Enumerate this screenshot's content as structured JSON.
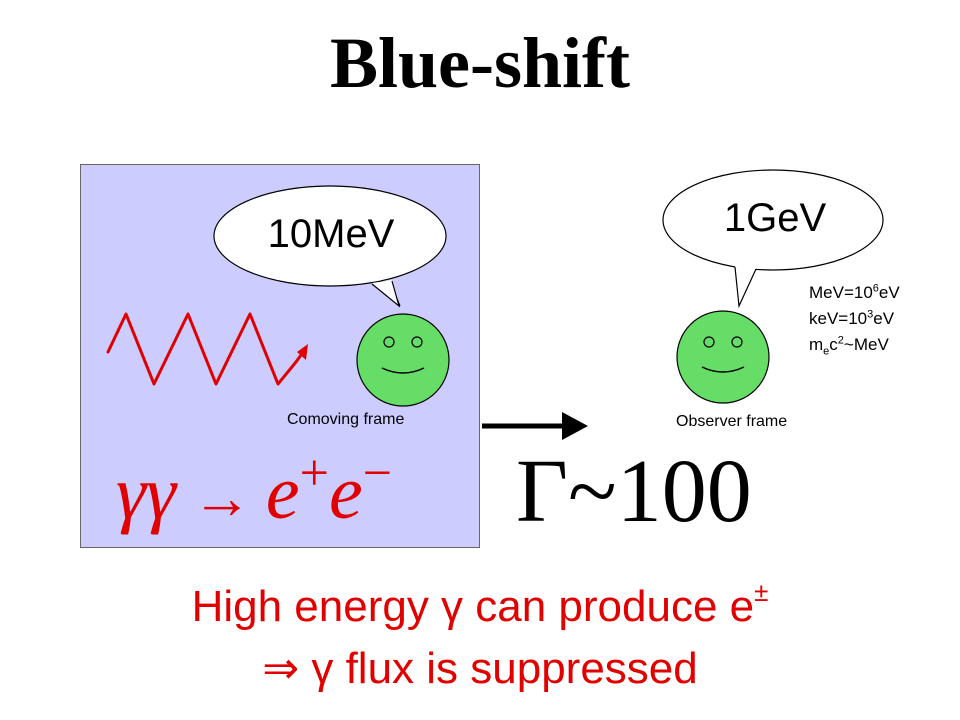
{
  "slide": {
    "title": "Blue-shift"
  },
  "comoving": {
    "bubble_text": "10MeV",
    "frame_label": "Comoving frame"
  },
  "observer": {
    "bubble_text": "1GeV",
    "frame_label": "Observer frame"
  },
  "units": {
    "mev_base": "MeV=10",
    "mev_exp": "6",
    "mev_unit": "eV",
    "kev_base": "keV=10",
    "kev_exp": "3",
    "kev_unit": "eV",
    "me_m": "m",
    "me_sub": "e",
    "me_c": "c",
    "me_exp": "2",
    "me_rest": "~MeV"
  },
  "reaction": {
    "lhs": "γγ",
    "arrow": "→",
    "e1": "e",
    "plus": "+",
    "e2": "e",
    "minus": "−"
  },
  "lorentz": {
    "text": "Γ~100"
  },
  "conclusion": {
    "line1_text": "High energy γ can produce e",
    "line1_sup": "±",
    "line2_text": "⇒ γ flux is suppressed"
  },
  "colors": {
    "box_fill": "#ccccff",
    "face_fill": "#66dd66",
    "accent_red": "#e00000"
  }
}
